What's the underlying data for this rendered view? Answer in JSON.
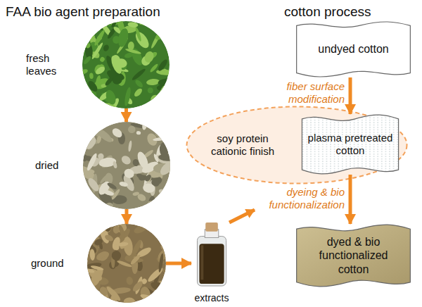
{
  "diagram": {
    "nodes": [
      {
        "text": [
          "fresh leaves"
        ]
      },
      {
        "text": [
          "dried"
        ]
      },
      {
        "text": [
          "ground"
        ]
      },
      {
        "text": [
          "extracts"
        ]
      },
      {
        "text": [
          "undyed cotton"
        ]
      },
      {
        "text": [
          "soy protein cationic finish"
        ]
      },
      {
        "text": [
          "plasma pretreated cotton"
        ],
        "in": 5
      },
      {
        "text": [
          "dyed & bio functionalized cotton"
        ]
      }
    ],
    "edges": [
      {
        "from": 0,
        "to": 1,
        "arrow": "to"
      },
      {
        "from": 1,
        "to": 2,
        "arrow": "to"
      },
      {
        "from": 2,
        "to": 3,
        "arrow": "to"
      },
      {
        "from": 4,
        "to": 6,
        "arrow": "to",
        "label": "fiber surface modification"
      },
      {
        "from": 6,
        "to": 7,
        "arrow": "to",
        "label": "dyeing & bio functionalization"
      }
    ],
    "labels": [
      "FAA bio agent preparation",
      "cotton process"
    ]
  }
}
